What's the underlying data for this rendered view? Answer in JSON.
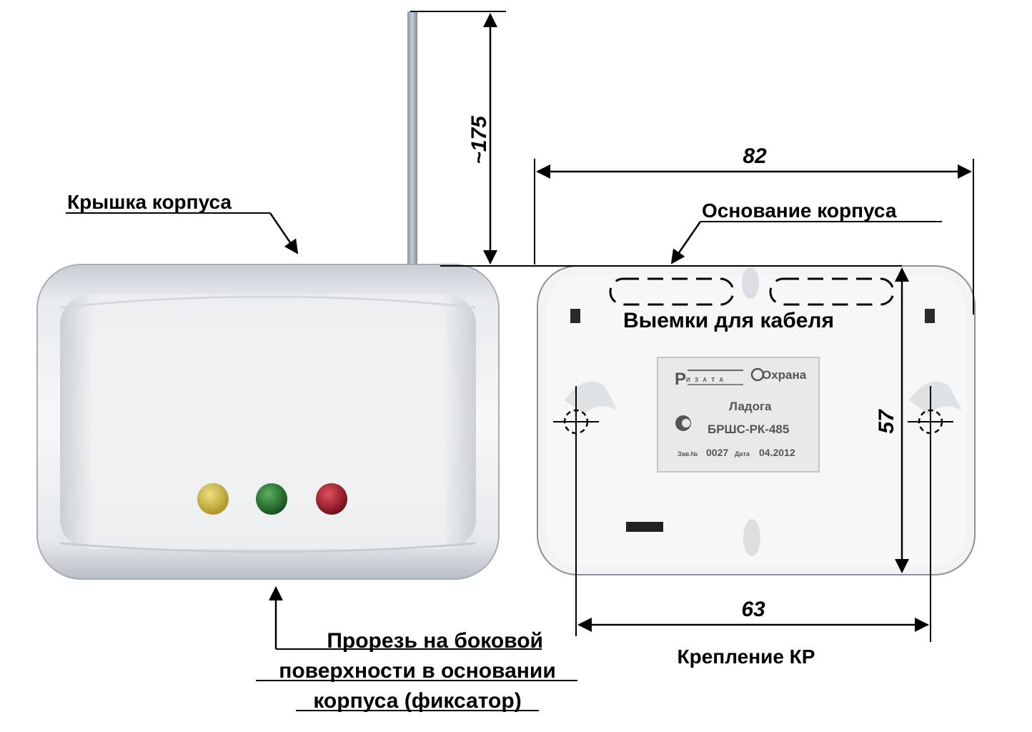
{
  "labels": {
    "cover": "Крышка корпуса",
    "base": "Основание корпуса",
    "cable_slots": "Выемки для кабеля",
    "side_slot_line1": "Прорезь на боковой",
    "side_slot_line2": "поверхности в основании",
    "side_slot_line3": "корпуса (фиксатор)",
    "mounting": "Крепление КР"
  },
  "dimensions": {
    "antenna": "~175",
    "width": "82",
    "height": "57",
    "mount_spacing": "63"
  },
  "nameplate": {
    "brand_left": "Р",
    "brand_sub": "И З А Т А",
    "brand_right": "Охрана",
    "product": "Ладога",
    "model": "БРШС-РК-485",
    "serial_label": "Зав.№",
    "serial": "0027",
    "date_label": "Дата",
    "date": "04.2012"
  },
  "leds": [
    {
      "name": "yellow",
      "color": "#c8b42a"
    },
    {
      "name": "green",
      "color": "#1f7a2a"
    },
    {
      "name": "red",
      "color": "#a8182a"
    }
  ]
}
